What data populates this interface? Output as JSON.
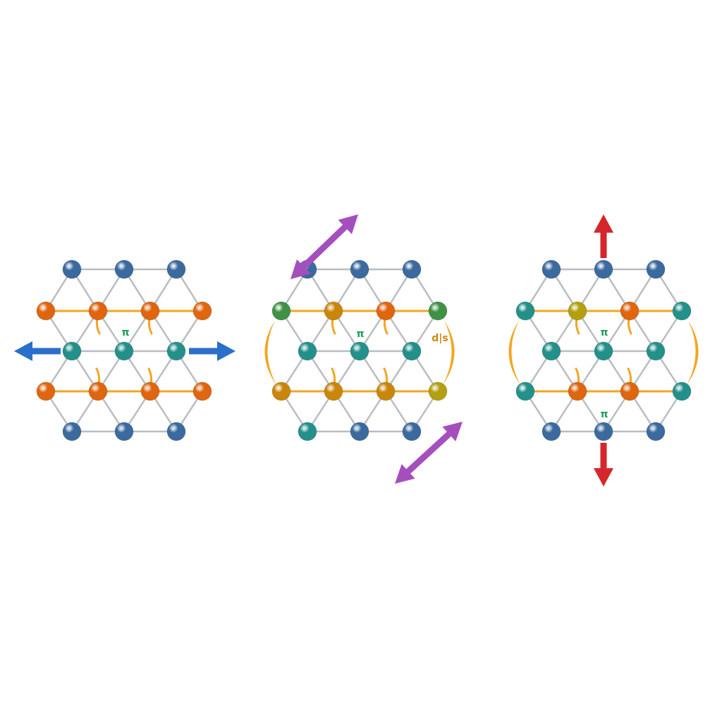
{
  "colors": {
    "background": "#ffffff",
    "bond": "#b9bcc0",
    "charge_bond": "#f2a623",
    "blue_atom": "#3b6a9e",
    "teal_atom": "#23908a",
    "orange_atom": "#e0650f",
    "ochre_atom": "#c9860b",
    "olive_atom": "#b2a010",
    "green_atom": "#3f9146",
    "arrow_blue": "#2a6fc9",
    "arrow_purple": "#a54fbe",
    "arrow_red": "#d5262b",
    "label_green": "#1f9b5f",
    "label_gold": "#c98a0c"
  },
  "panels": [
    {
      "id": "horizontal-strain",
      "rows": [
        [
          "blue",
          "blue",
          "blue"
        ],
        [
          "orange",
          "orange",
          "orange",
          "orange"
        ],
        [
          "teal",
          "teal",
          "teal"
        ],
        [
          "orange",
          "orange",
          "orange",
          "orange"
        ],
        [
          "blue",
          "blue",
          "blue"
        ]
      ],
      "strain": "horizontal",
      "arrow_color": "blue",
      "side_arcs": false
    },
    {
      "id": "diagonal-strain",
      "rows": [
        [
          "blue",
          "blue",
          "blue"
        ],
        [
          "green",
          "ochre",
          "orange",
          "green"
        ],
        [
          "teal",
          "teal",
          "teal"
        ],
        [
          "ochre",
          "ochre",
          "ochre",
          "olive"
        ],
        [
          "teal",
          "blue",
          "blue"
        ]
      ],
      "strain": "diagonal",
      "arrow_color": "purple",
      "side_arcs": true
    },
    {
      "id": "vertical-strain",
      "rows": [
        [
          "blue",
          "blue",
          "blue"
        ],
        [
          "teal",
          "olive",
          "orange",
          "teal"
        ],
        [
          "teal",
          "teal",
          "teal"
        ],
        [
          "teal",
          "orange",
          "orange",
          "teal"
        ],
        [
          "blue",
          "blue",
          "blue"
        ]
      ],
      "strain": "vertical",
      "arrow_color": "red",
      "side_arcs": true
    }
  ],
  "labels": [
    {
      "id": "panel1-pi",
      "text": "π",
      "color": "green"
    },
    {
      "id": "panel2-pi",
      "text": "π",
      "color": "green"
    },
    {
      "id": "panel2-d",
      "text": "d|s",
      "color": "gold"
    },
    {
      "id": "panel3-pi-top",
      "text": "π",
      "color": "green"
    },
    {
      "id": "panel3-pi-bottom",
      "text": "π",
      "color": "green"
    }
  ]
}
